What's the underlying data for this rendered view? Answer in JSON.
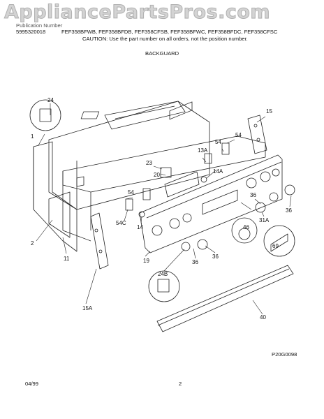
{
  "watermark": "AppliancePartsPros.com",
  "header": {
    "label": "Publication Number",
    "publication_number": "5995320018",
    "models": "FEF358BFWB, FEF358BFDB, FEF358CFSB, FEF358BFWC, FEF358BFDC, FEF358CFSC",
    "caution": "CAUTION: Use the part number on all orders, not the position number."
  },
  "section_title": "BACKGUARD",
  "figure_id": "P20G0098",
  "footer": {
    "date": "04/99",
    "page": "2"
  },
  "callouts": {
    "c24": "24",
    "c1": "1",
    "c15": "15",
    "c54a": "54",
    "c54b": "54",
    "c13a": "13A",
    "c23": "23",
    "c20": "20",
    "c14a": "14A",
    "c54c_lbl": "54",
    "c54c": "54C",
    "c14": "14",
    "c2": "2",
    "c11": "11",
    "c15a": "15A",
    "c19": "19",
    "c36a": "36",
    "c36b": "36",
    "c36c": "36",
    "c36d": "36",
    "c46": "46",
    "c31a": "31A",
    "c69": "69",
    "c24b": "24B",
    "c40": "40"
  }
}
